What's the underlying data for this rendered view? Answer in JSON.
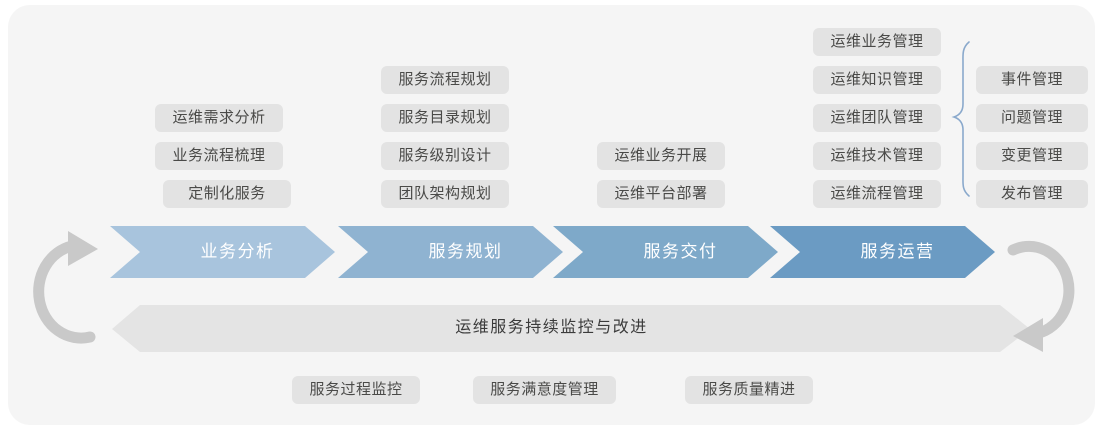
{
  "diagram": {
    "title_text": "运维服务持续监控与改进",
    "colors": {
      "card_bg": "#f5f5f5",
      "pill_bg": "#e3e3e3",
      "pill_text": "#4a4a48",
      "stage1": "#a8c4dd",
      "stage2": "#8fb3d1",
      "stage3": "#7ea9c9",
      "stage4": "#6b9bc3",
      "band_fill": "#e4e4e4",
      "loop_arrow": "#c9c9c9",
      "brace": "#8aa9cc",
      "stage_text": "#ffffff"
    },
    "stages": [
      {
        "name": "业务分析",
        "color_key": "stage1"
      },
      {
        "name": "服务规划",
        "color_key": "stage2"
      },
      {
        "name": "服务交付",
        "color_key": "stage3"
      },
      {
        "name": "服务运营",
        "color_key": "stage4"
      }
    ],
    "columns": [
      {
        "stage": "业务分析",
        "items": [
          "运维需求分析",
          "业务流程梳理",
          "定制化服务"
        ]
      },
      {
        "stage": "服务规划",
        "items": [
          "服务流程规划",
          "服务目录规划",
          "服务级别设计",
          "团队架构规划"
        ]
      },
      {
        "stage": "服务交付",
        "items": [
          "运维业务开展",
          "运维平台部署"
        ]
      },
      {
        "stage": "服务运营",
        "items": [
          "运维业务管理",
          "运维知识管理",
          "运维团队管理",
          "运维技术管理",
          "运维流程管理"
        ]
      }
    ],
    "brace_items": [
      "事件管理",
      "问题管理",
      "变更管理",
      "发布管理"
    ],
    "bottom_band": {
      "label": "运维服务持续监控与改进",
      "items": [
        "服务过程监控",
        "服务满意度管理",
        "服务质量精进"
      ]
    },
    "loops": {
      "left_arrow_name": "clockwise-loop-arrow",
      "right_arrow_name": "counter-loop-arrow"
    }
  }
}
